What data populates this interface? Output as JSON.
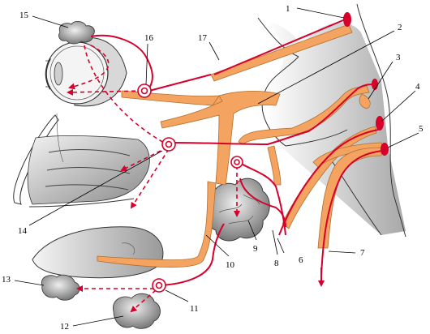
{
  "labels": {
    "l1": "1",
    "l2": "2",
    "l3": "3",
    "l4": "4",
    "l5": "5",
    "l6": "6",
    "l7": "7",
    "l8": "8",
    "l9": "9",
    "l10": "10",
    "l11": "11",
    "l12": "12",
    "l13": "13",
    "l14": "14",
    "l15": "15",
    "l16": "16",
    "l17": "17"
  },
  "colors": {
    "nerve": "#f4a460",
    "nerve_stroke": "#b07030",
    "pathway": "#d6002a",
    "tissue": "#bdbdbd"
  }
}
